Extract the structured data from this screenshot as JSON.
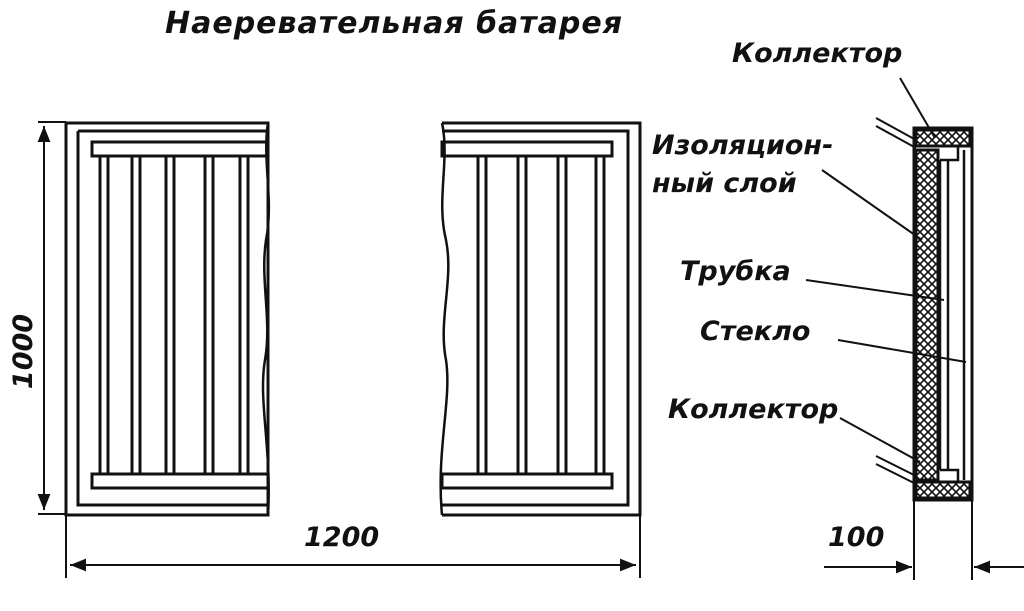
{
  "title": "Наеревательная батарея",
  "labels": {
    "collector_top": "Коллектор",
    "insulation_line1": "Изоляцион-",
    "insulation_line2": "ный слой",
    "tube": "Трубка",
    "glass": "Стекло",
    "collector_bottom": "Коллектор"
  },
  "dimensions": {
    "height": "1000",
    "width": "1200",
    "depth": "100"
  }
}
